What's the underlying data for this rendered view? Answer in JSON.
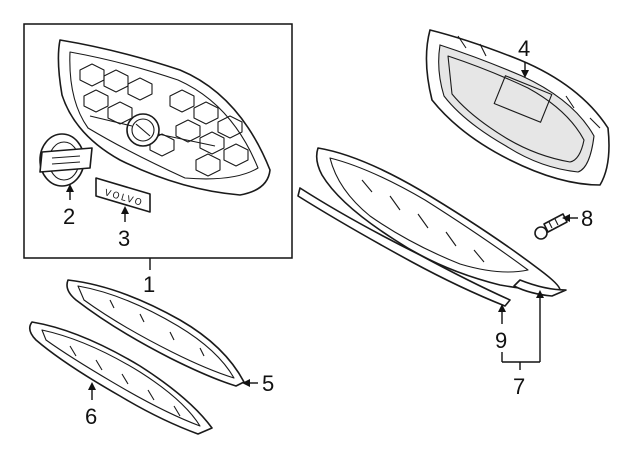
{
  "callouts": {
    "c1": "1",
    "c2": "2",
    "c3": "3",
    "c4": "4",
    "c5": "5",
    "c6": "6",
    "c7": "7",
    "c8": "8",
    "c9": "9"
  },
  "badge": {
    "text": "VOLVO"
  },
  "colors": {
    "line": "#1a1a1a",
    "background": "#ffffff",
    "shade": "#e6e6e6"
  }
}
